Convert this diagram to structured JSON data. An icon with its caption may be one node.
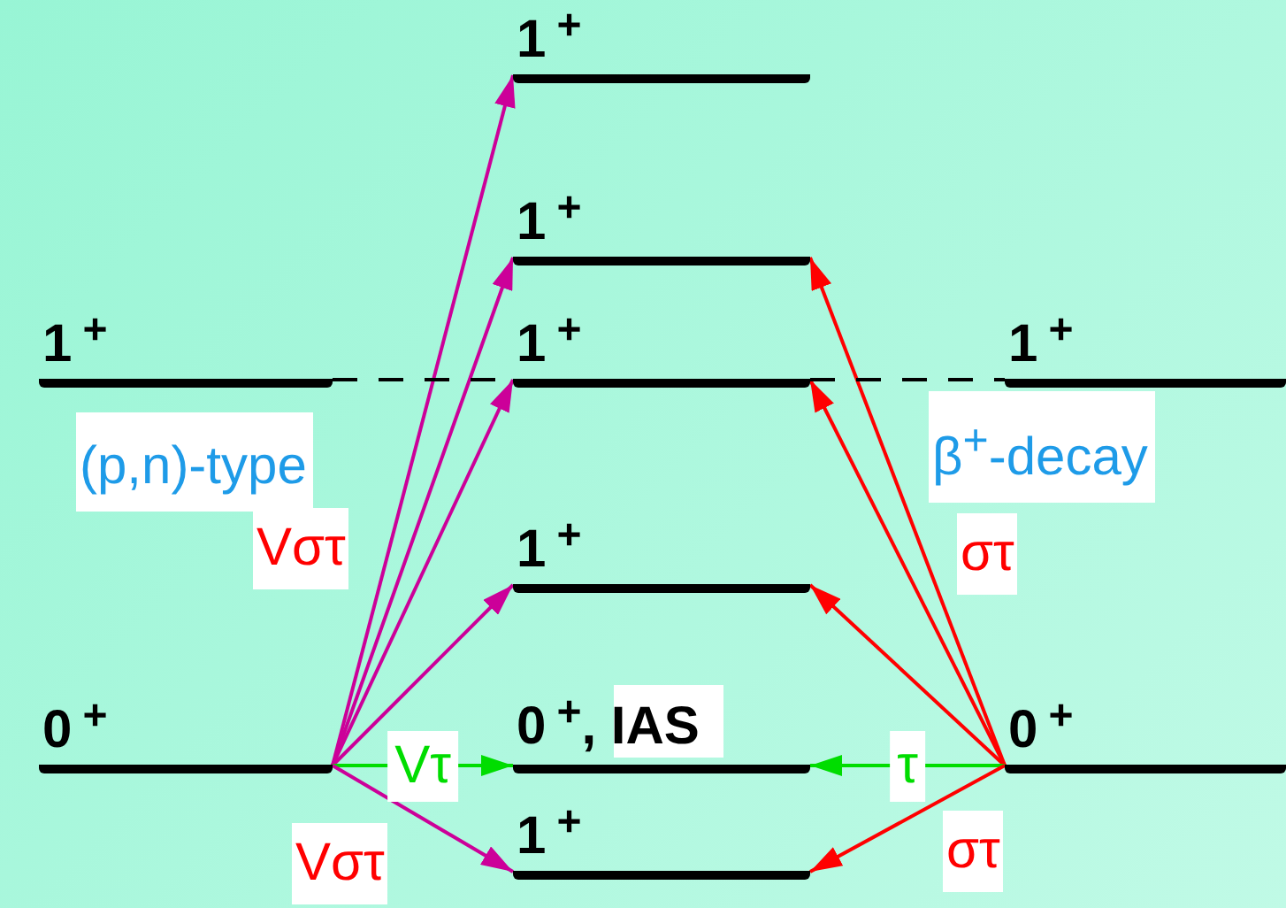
{
  "diagram": {
    "nodes": [
      {
        "text": [
          "1$^{+}$"
        ]
      },
      {
        "text": [
          "0$^{+}$"
        ]
      },
      {
        "text": [
          "1$^{+}$"
        ]
      },
      {
        "text": [
          "1$^{+}$"
        ]
      },
      {
        "text": [
          "1$^{+}$"
        ]
      },
      {
        "text": [
          "1$^{+}$"
        ]
      },
      {
        "text": [
          "0$^{+}$, IAS"
        ]
      },
      {
        "text": [
          "1$^{+}$"
        ]
      },
      {
        "text": [
          "1$^{+}$"
        ]
      },
      {
        "text": [
          "0$^{+}$"
        ]
      }
    ],
    "edges": [
      {
        "from": 1,
        "to": 2,
        "arrow": "to"
      },
      {
        "from": 1,
        "to": 3,
        "arrow": "to"
      },
      {
        "from": 1,
        "to": 4,
        "arrow": "to"
      },
      {
        "from": 1,
        "to": 5,
        "arrow": "to"
      },
      {
        "from": 1,
        "to": 6,
        "arrow": "to",
        "label": "Vτ",
        "color": "#00dd00"
      },
      {
        "from": 1,
        "to": 7,
        "arrow": "to"
      },
      {
        "from": 9,
        "to": 3,
        "arrow": "to",
        "color": "#ff0000"
      },
      {
        "from": 9,
        "to": 4,
        "arrow": "to",
        "color": "#ff0000"
      },
      {
        "from": 9,
        "to": 5,
        "arrow": "to",
        "color": "#ff0000"
      },
      {
        "from": 9,
        "to": 6,
        "arrow": "to",
        "label": "τ",
        "color": "#00dd00"
      },
      {
        "from": 9,
        "to": 7,
        "arrow": "to",
        "color": "#ff0000"
      },
      {
        "from": 0,
        "to": 4,
        "arrow": "none",
        "style": "dashed",
        "color": "#000000"
      },
      {
        "from": 4,
        "to": 8,
        "arrow": "none",
        "style": "dashed",
        "color": "#000000"
      }
    ],
    "labels": [
      "(p,n)-type",
      "Vστ",
      "β$^{+}$-decay",
      "στ",
      "Vστ",
      "στ"
    ]
  }
}
